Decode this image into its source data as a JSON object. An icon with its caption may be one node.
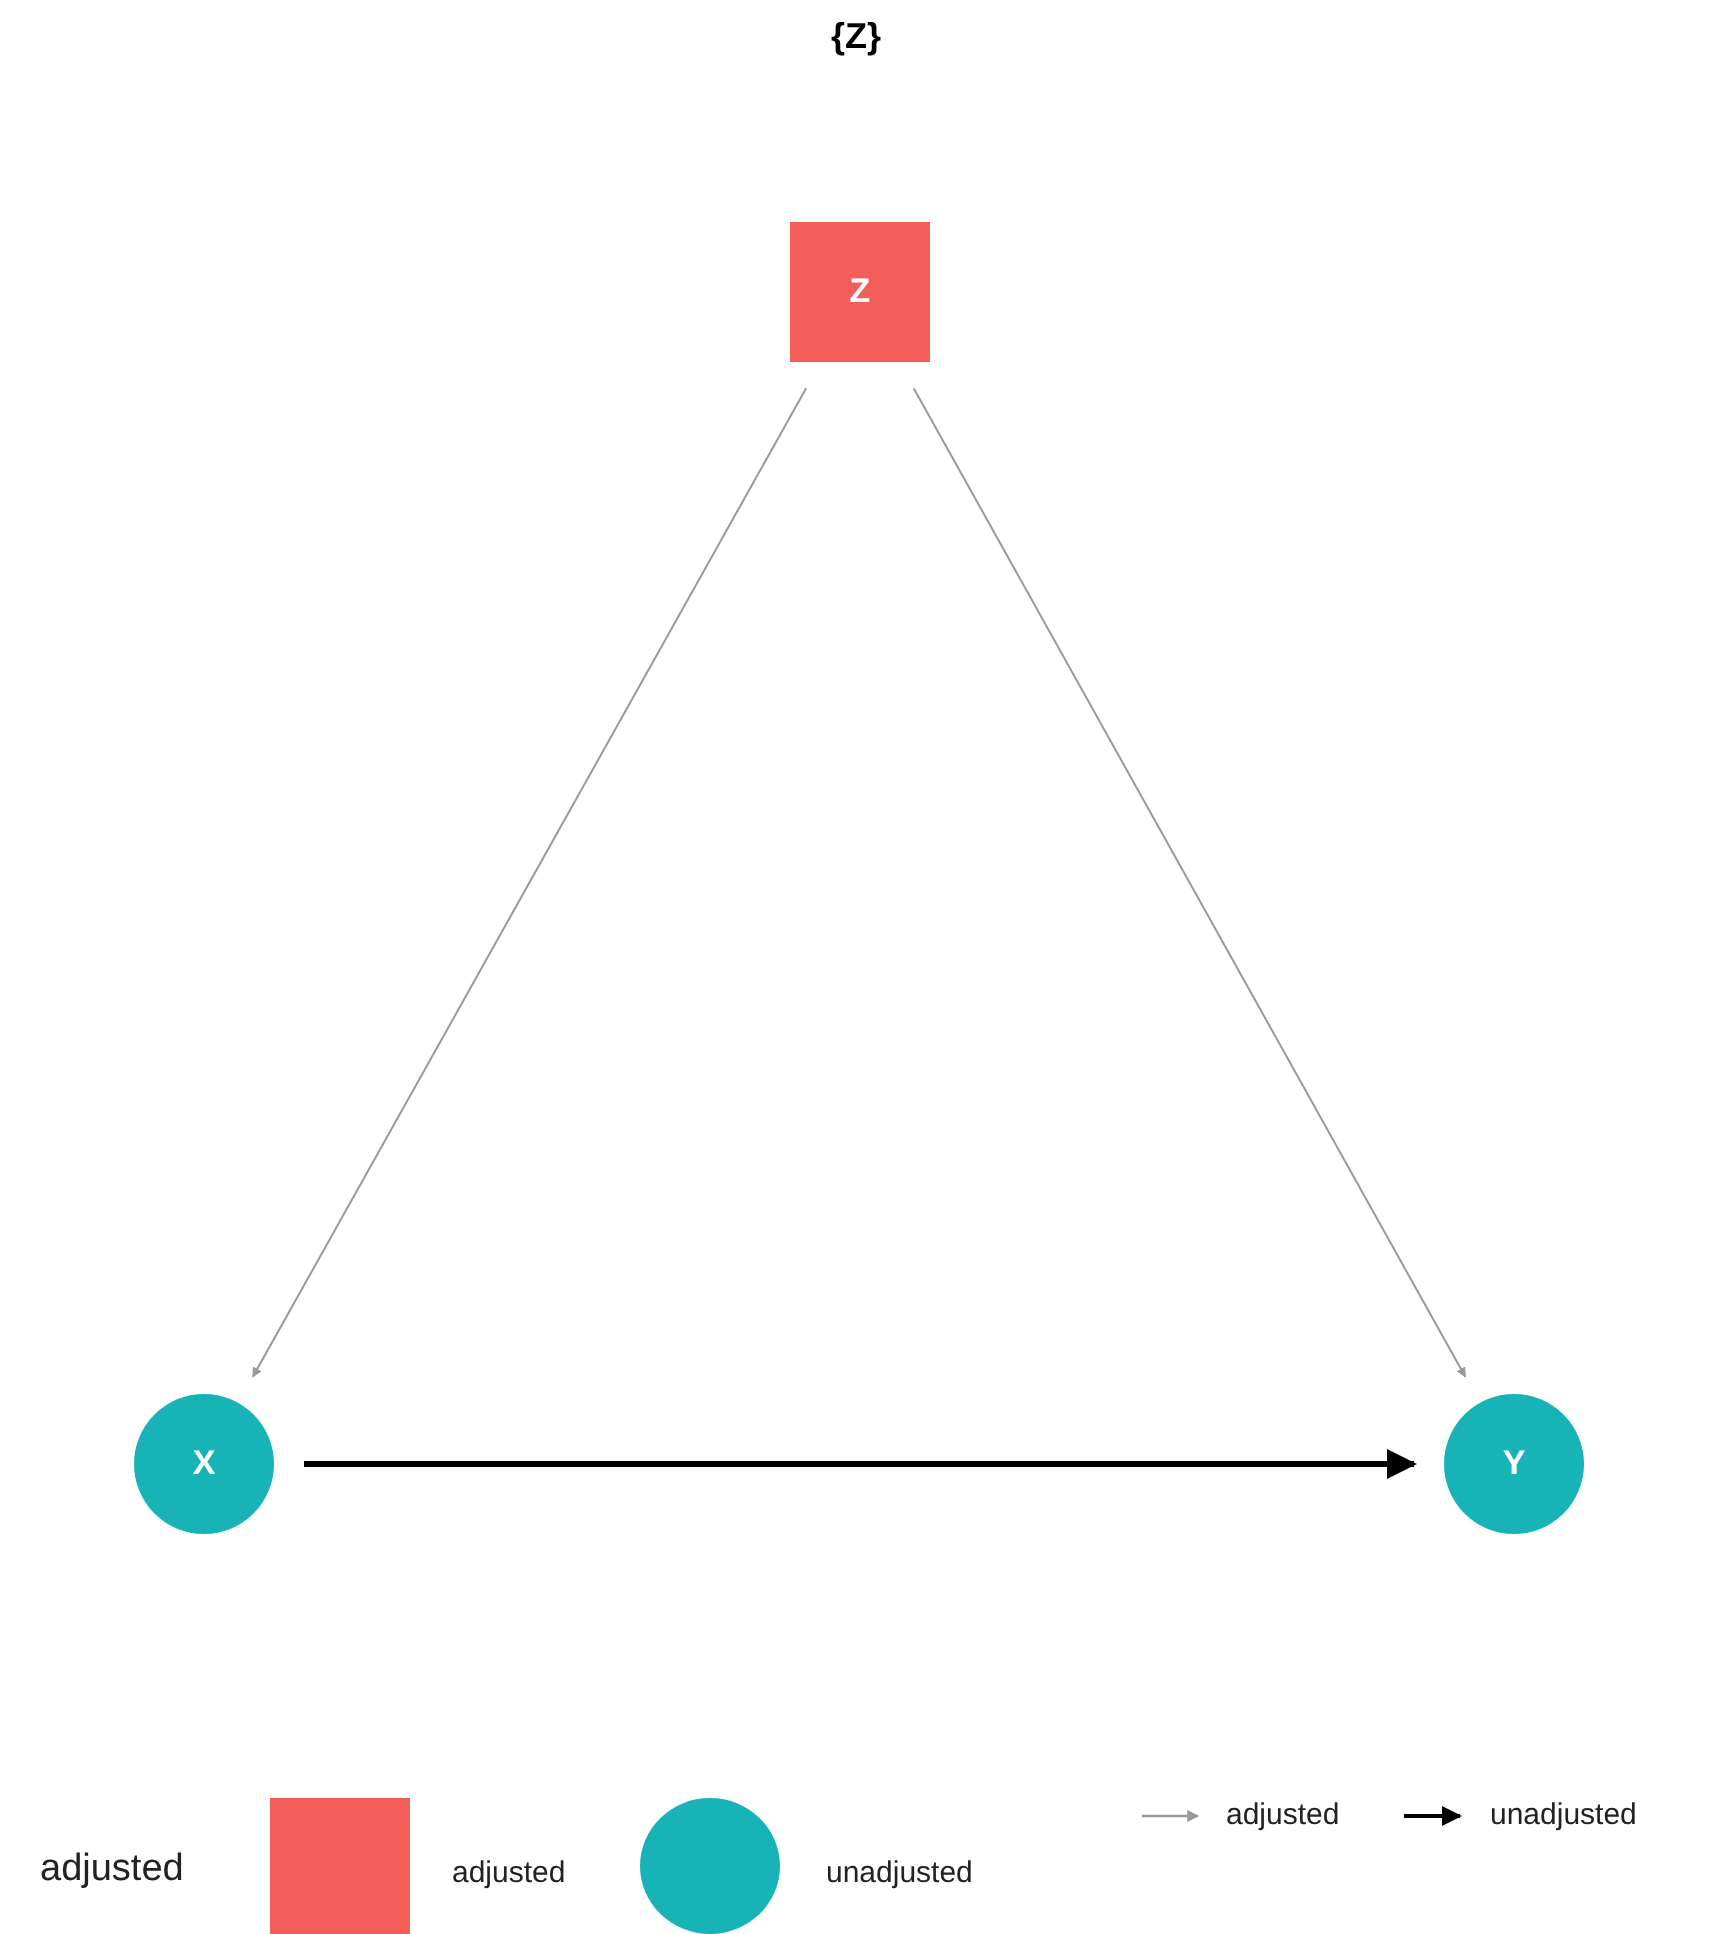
{
  "diagram": {
    "title": "{Z}",
    "nodes": [
      {
        "text": [
          "Z"
        ]
      },
      {
        "text": [
          "X"
        ]
      },
      {
        "text": [
          "Y"
        ]
      }
    ],
    "edges": [
      {
        "from": 0,
        "to": 1,
        "arrow": "to"
      },
      {
        "from": 0,
        "to": 2,
        "arrow": "to"
      },
      {
        "from": 1,
        "to": 2,
        "arrow": "to",
        "color": "#000000",
        "style": "thick"
      }
    ],
    "labels": [
      "adjusted"
    ],
    "legend": [
      {
        "text": "adjusted",
        "color": "#f35e5a"
      },
      {
        "text": "unadjusted",
        "color": "#17b3b7"
      },
      {
        "text": "adjusted"
      },
      {
        "text": "unadjusted"
      }
    ]
  }
}
